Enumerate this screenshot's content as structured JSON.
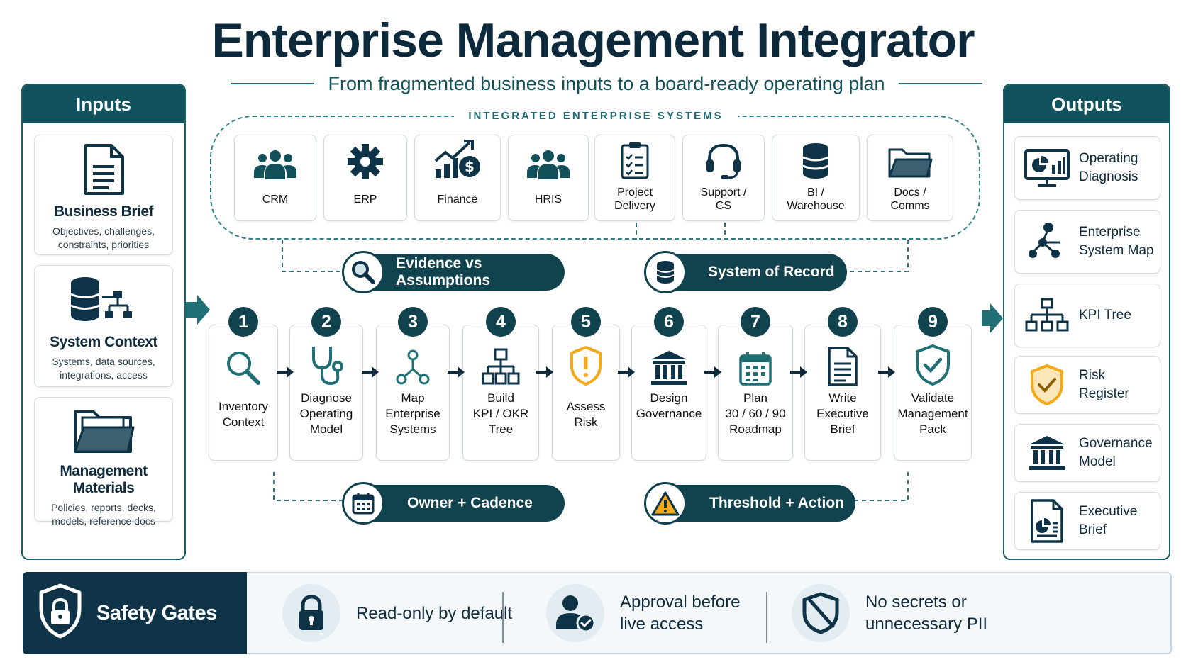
{
  "title": "Enterprise Management Integrator",
  "subtitle": "From fragmented business inputs to a board-ready operating plan",
  "inputs": {
    "heading": "Inputs",
    "items": [
      {
        "name": "Business Brief",
        "desc": "Objectives, challenges, constraints, priorities",
        "icon": "document-icon"
      },
      {
        "name": "System Context",
        "desc": "Systems, data sources, integrations, access",
        "icon": "database-network-icon"
      },
      {
        "name": "Management Materials",
        "desc": "Policies, reports, decks, models, reference docs",
        "icon": "folder-icon"
      }
    ]
  },
  "systems": {
    "label": "INTEGRATED ENTERPRISE SYSTEMS",
    "items": [
      {
        "label": "CRM",
        "icon": "people-icon"
      },
      {
        "label": "ERP",
        "icon": "gear-icon"
      },
      {
        "label": "Finance",
        "icon": "finance-chart-icon"
      },
      {
        "label": "HRIS",
        "icon": "people-icon"
      },
      {
        "label": "Project\nDelivery",
        "icon": "clipboard-icon"
      },
      {
        "label": "Support /\nCS",
        "icon": "headset-icon"
      },
      {
        "label": "BI /\nWarehouse",
        "icon": "database-icon"
      },
      {
        "label": "Docs /\nComms",
        "icon": "folder-icon"
      }
    ]
  },
  "pills": {
    "evidence": "Evidence vs Assumptions",
    "record": "System of Record",
    "owner": "Owner + Cadence",
    "threshold": "Threshold + Action"
  },
  "steps": [
    {
      "num": "1",
      "label": "Inventory\nContext",
      "icon": "magnifier-icon"
    },
    {
      "num": "2",
      "label": "Diagnose\nOperating\nModel",
      "icon": "stethoscope-icon"
    },
    {
      "num": "3",
      "label": "Map\nEnterprise\nSystems",
      "icon": "network-icon"
    },
    {
      "num": "4",
      "label": "Build\nKPI / OKR\nTree",
      "icon": "hierarchy-icon"
    },
    {
      "num": "5",
      "label": "Assess\nRisk",
      "icon": "warning-shield-icon"
    },
    {
      "num": "6",
      "label": "Design\nGovernance",
      "icon": "bank-icon"
    },
    {
      "num": "7",
      "label": "Plan\n30 / 60 / 90\nRoadmap",
      "icon": "calendar-icon"
    },
    {
      "num": "8",
      "label": "Write\nExecutive\nBrief",
      "icon": "document-icon"
    },
    {
      "num": "9",
      "label": "Validate\nManagement\nPack",
      "icon": "check-shield-icon"
    }
  ],
  "outputs": {
    "heading": "Outputs",
    "items": [
      {
        "label": "Operating\nDiagnosis",
        "icon": "dashboard-icon"
      },
      {
        "label": "Enterprise\nSystem Map",
        "icon": "network-icon"
      },
      {
        "label": "KPI Tree",
        "icon": "hierarchy-icon"
      },
      {
        "label": "Risk\nRegister",
        "icon": "check-shield-icon"
      },
      {
        "label": "Governance\nModel",
        "icon": "bank-icon"
      },
      {
        "label": "Executive\nBrief",
        "icon": "report-icon"
      }
    ]
  },
  "safety": {
    "heading": "Safety Gates",
    "gates": [
      {
        "label": "Read-only by default",
        "icon": "padlock-icon"
      },
      {
        "label": "Approval before\nlive access",
        "icon": "user-check-icon"
      },
      {
        "label": "No secrets or\nunnecessary PII",
        "icon": "shield-slash-icon"
      }
    ]
  },
  "colors": {
    "navy": "#11434f",
    "teal": "#1f6f74",
    "amber": "#f2a91a"
  }
}
